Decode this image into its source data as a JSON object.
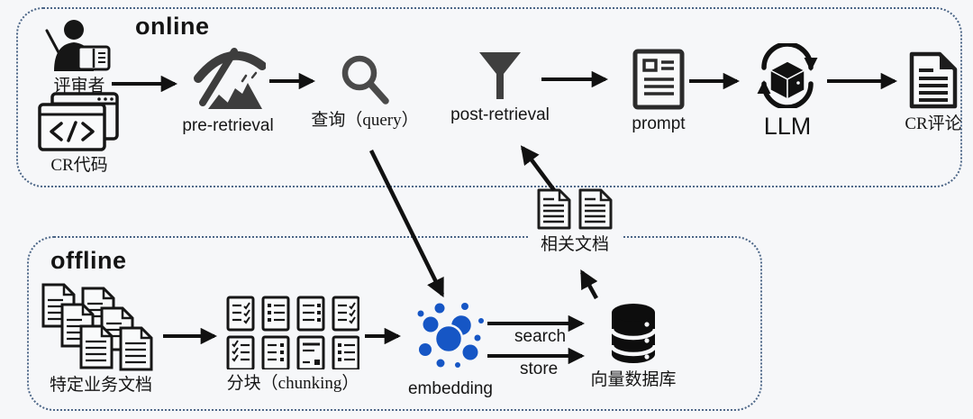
{
  "online": {
    "title": "online",
    "reviewer": "评审者",
    "cr_code": "CR代码",
    "pre_retrieval": "pre-retrieval",
    "query": "查询（query）",
    "post_retrieval": "post-retrieval",
    "prompt": "prompt",
    "llm": "LLM",
    "cr_comment": "CR评论"
  },
  "bridge": {
    "related_docs": "相关文档",
    "search": "search",
    "store": "store"
  },
  "offline": {
    "title": "offline",
    "business_docs": "特定业务文档",
    "chunking": "分块（chunking）",
    "embedding": "embedding",
    "vector_db": "向量数据库"
  },
  "icons": {
    "reviewer": "person-with-book-icon",
    "cr_code": "code-window-icon",
    "pre_retrieval": "pickaxe-mining-icon",
    "query": "magnifier-icon",
    "post_retrieval": "funnel-icon",
    "prompt": "document-lines-icon",
    "llm": "package-recycle-icon",
    "cr_comment": "document-page-icon",
    "related_docs": "two-documents-icon",
    "business_docs": "document-stack-icon",
    "chunking": "chunk-cards-grid-icon",
    "embedding": "blue-bubble-cluster-icon",
    "vector_db": "database-cylinder-icon"
  },
  "colors": {
    "background": "#f6f7f9",
    "box_border_dotted": "#4c6687",
    "arrow": "#111111",
    "icon_dark_gray": "#3d3d3d",
    "icon_black": "#161616",
    "embedding_blue": "#1656c5"
  }
}
